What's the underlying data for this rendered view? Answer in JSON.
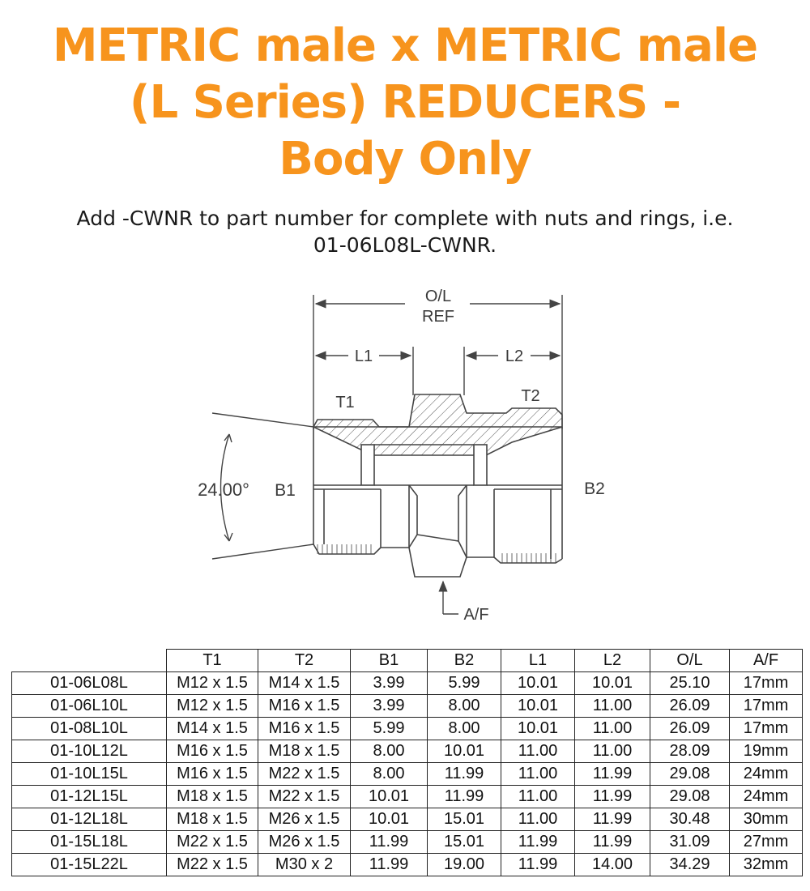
{
  "title": {
    "line1": "METRIC male x METRIC male",
    "line2": "(L Series) REDUCERS -",
    "line3": "Body Only"
  },
  "subtitle": {
    "line1": "Add -CWNR to part number for complete with nuts and rings, i.e.",
    "line2": "01-06L08L-CWNR."
  },
  "drawing": {
    "ol_label": "O/L",
    "ref_label": "REF",
    "l1_label": "L1",
    "l2_label": "L2",
    "t1_label": "T1",
    "t2_label": "T2",
    "angle_label": "24.00°",
    "b1_label": "B1",
    "b2_label": "B2",
    "af_label": "A/F"
  },
  "table": {
    "headers": [
      "T1",
      "T2",
      "B1",
      "B2",
      "L1",
      "L2",
      "O/L",
      "A/F"
    ],
    "rows": [
      [
        "01-06L08L",
        "M12 x 1.5",
        "M14 x 1.5",
        "3.99",
        "5.99",
        "10.01",
        "10.01",
        "25.10",
        "17mm"
      ],
      [
        "01-06L10L",
        "M12 x 1.5",
        "M16 x 1.5",
        "3.99",
        "8.00",
        "10.01",
        "11.00",
        "26.09",
        "17mm"
      ],
      [
        "01-08L10L",
        "M14 x 1.5",
        "M16 x 1.5",
        "5.99",
        "8.00",
        "10.01",
        "11.00",
        "26.09",
        "17mm"
      ],
      [
        "01-10L12L",
        "M16 x 1.5",
        "M18 x 1.5",
        "8.00",
        "10.01",
        "11.00",
        "11.00",
        "28.09",
        "19mm"
      ],
      [
        "01-10L15L",
        "M16 x 1.5",
        "M22 x 1.5",
        "8.00",
        "11.99",
        "11.00",
        "11.99",
        "29.08",
        "24mm"
      ],
      [
        "01-12L15L",
        "M18 x 1.5",
        "M22 x 1.5",
        "10.01",
        "11.99",
        "11.00",
        "11.99",
        "29.08",
        "24mm"
      ],
      [
        "01-12L18L",
        "M18 x 1.5",
        "M26 x 1.5",
        "10.01",
        "15.01",
        "11.00",
        "11.99",
        "30.48",
        "30mm"
      ],
      [
        "01-15L18L",
        "M22 x 1.5",
        "M26 x 1.5",
        "11.99",
        "15.01",
        "11.99",
        "11.99",
        "31.09",
        "27mm"
      ],
      [
        "01-15L22L",
        "M22 x 1.5",
        "M30 x 2",
        "11.99",
        "19.00",
        "11.99",
        "14.00",
        "34.29",
        "32mm"
      ]
    ]
  }
}
